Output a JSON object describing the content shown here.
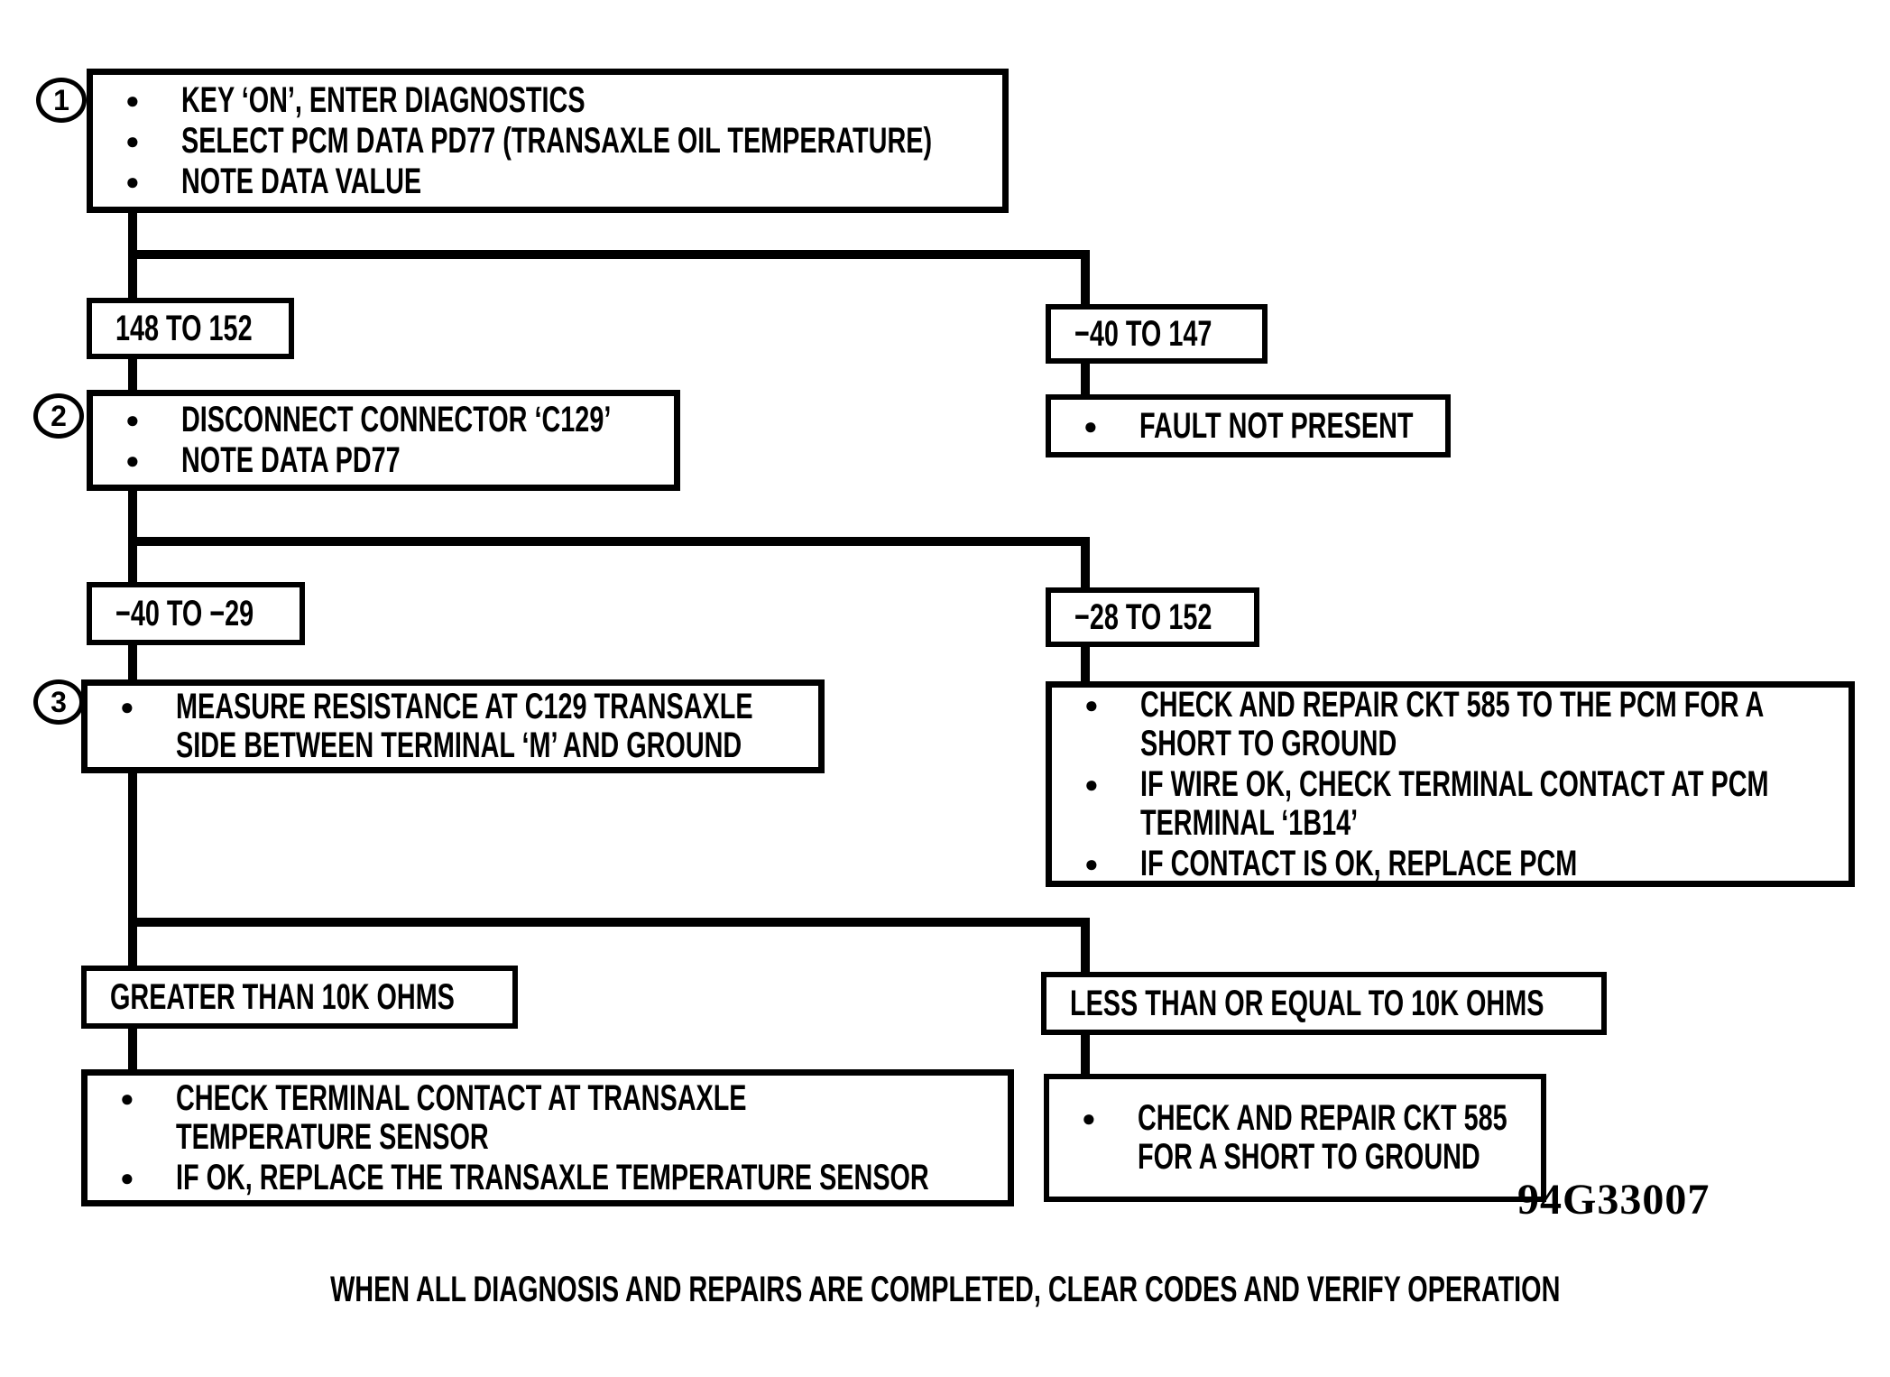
{
  "nodes": {
    "step1": {
      "number": "1",
      "bullets": [
        {
          "lines": [
            "KEY ‘ON’, ENTER DIAGNOSTICS"
          ]
        },
        {
          "lines": [
            "SELECT PCM DATA PD77 (TRANSAXLE OIL TEMPERATURE)"
          ]
        },
        {
          "lines": [
            "NOTE DATA VALUE"
          ]
        }
      ]
    },
    "range_148_152": {
      "label": "148 TO 152"
    },
    "range_minus40_147": {
      "label": "−40 TO 147"
    },
    "step2": {
      "number": "2",
      "bullets": [
        {
          "lines": [
            "DISCONNECT CONNECTOR ‘C129’"
          ]
        },
        {
          "lines": [
            "NOTE DATA PD77"
          ]
        }
      ]
    },
    "fault_not_present": {
      "bullets": [
        {
          "lines": [
            "FAULT NOT PRESENT"
          ]
        }
      ]
    },
    "range_minus40_minus29": {
      "label": "−40 TO −29"
    },
    "range_minus28_152": {
      "label": "−28 TO 152"
    },
    "step3": {
      "number": "3",
      "bullets": [
        {
          "lines": [
            "MEASURE RESISTANCE AT C129 TRANSAXLE",
            "SIDE BETWEEN TERMINAL ‘M’ AND GROUND"
          ]
        }
      ]
    },
    "repair_ckt585_pcm": {
      "bullets": [
        {
          "lines": [
            "CHECK AND REPAIR CKT 585 TO THE PCM FOR A",
            "SHORT TO GROUND"
          ]
        },
        {
          "lines": [
            "IF WIRE OK, CHECK TERMINAL CONTACT AT PCM",
            "TERMINAL ‘1B14’"
          ]
        },
        {
          "lines": [
            "IF CONTACT IS OK, REPLACE PCM"
          ]
        }
      ]
    },
    "range_gt_10k": {
      "label": "GREATER THAN 10K OHMS"
    },
    "range_le_10k": {
      "label": "LESS THAN OR EQUAL TO 10K OHMS"
    },
    "check_sensor_contact": {
      "bullets": [
        {
          "lines": [
            "CHECK TERMINAL CONTACT AT TRANSAXLE",
            "TEMPERATURE SENSOR"
          ]
        },
        {
          "lines": [
            "IF OK, REPLACE THE TRANSAXLE TEMPERATURE SENSOR"
          ]
        }
      ]
    },
    "repair_ckt585_short": {
      "bullets": [
        {
          "lines": [
            "CHECK AND REPAIR CKT 585",
            "FOR A SHORT TO GROUND"
          ]
        }
      ]
    }
  },
  "figure_code": "94G33007",
  "footer_note": "WHEN ALL DIAGNOSIS AND REPAIRS ARE COMPLETED, CLEAR CODES AND VERIFY OPERATION",
  "bullet_glyph": "●",
  "colors": {
    "ink": "#000000",
    "paper": "#ffffff"
  }
}
